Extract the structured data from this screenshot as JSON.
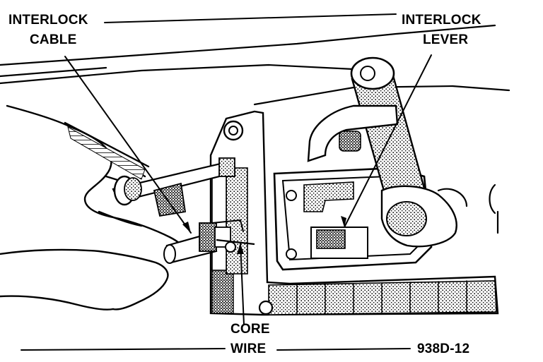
{
  "labels": {
    "interlock_cable": [
      "INTERLOCK",
      "CABLE"
    ],
    "interlock_lever": [
      "INTERLOCK",
      "LEVER"
    ],
    "core_wire": [
      "CORE",
      "WIRE"
    ],
    "figure_id": "938D-12"
  },
  "colors": {
    "ink": "#000000",
    "paper": "#ffffff",
    "shade": "#555555"
  }
}
